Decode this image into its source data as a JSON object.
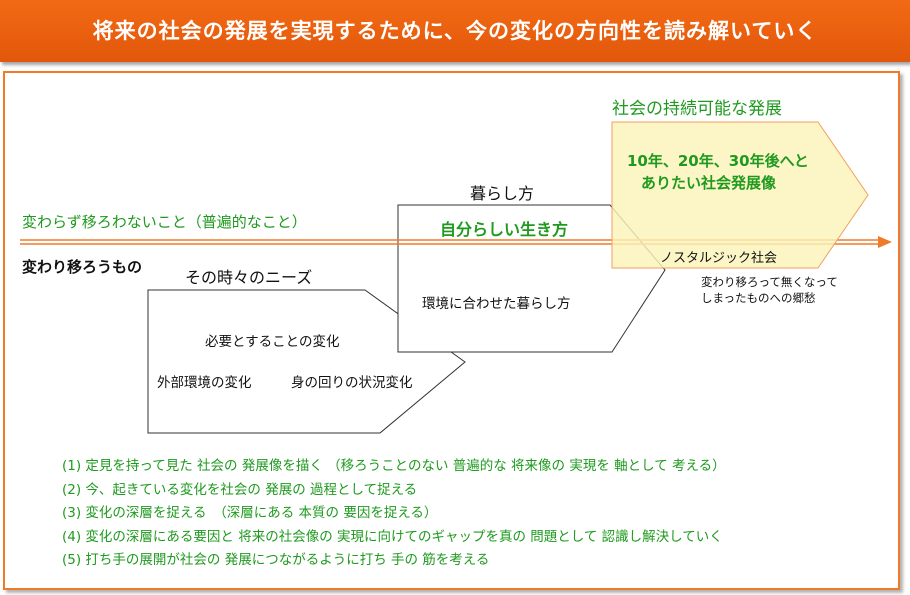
{
  "header": {
    "title": "将来の社会の発展を実現するために、今の変化の方向性を読み解いていく"
  },
  "diagram": {
    "unchanging_label": "変わらず移ろわないこと（普遍的なこと）",
    "changing_label": "変わり移ろうもの",
    "needs_label": "その時々のニーズ",
    "lifestyle_label": "暮らし方",
    "sustainable_label": "社会の持続可能な発展",
    "box1": {
      "line1": "必要とすることの変化",
      "line2a": "外部環境の変化",
      "line2b": "身の回りの状況変化"
    },
    "box2": {
      "title": "自分らしい生き方",
      "text": "環境に合わせた暮らし方"
    },
    "box3": {
      "line1": "10年、20年、30年後へと",
      "line2": "ありたい社会発展像",
      "nostalgia": "ノスタルジック社会",
      "note_line1": "変わり移ろって無くなって",
      "note_line2": "しまったものへの郷愁"
    }
  },
  "principles": [
    "(1) 定見を持って見た 社会の 発展像を描く （移ろうことのない 普遍的な 将来像の 実現を 軸として 考える）",
    "(2) 今、起きている変化を社会の 発展の 過程として捉える",
    "(3) 変化の深層を捉える　（深層にある 本質の 要因を捉える）",
    "(4) 変化の深層にある要因と 将来の社会像の 実現に向けてのギャップを真の 問題として 認識し解決していく",
    "(5) 打ち手の展開が社会の 発展につながるように打ち 手の 筋を考える"
  ],
  "colors": {
    "banner": "#e8600f",
    "frame": "#f07a2a",
    "arrow": "#f07a2a",
    "text_green": "#1f9a1f",
    "future_fill": "#fbf3b8",
    "future_stroke": "#f0a060"
  }
}
